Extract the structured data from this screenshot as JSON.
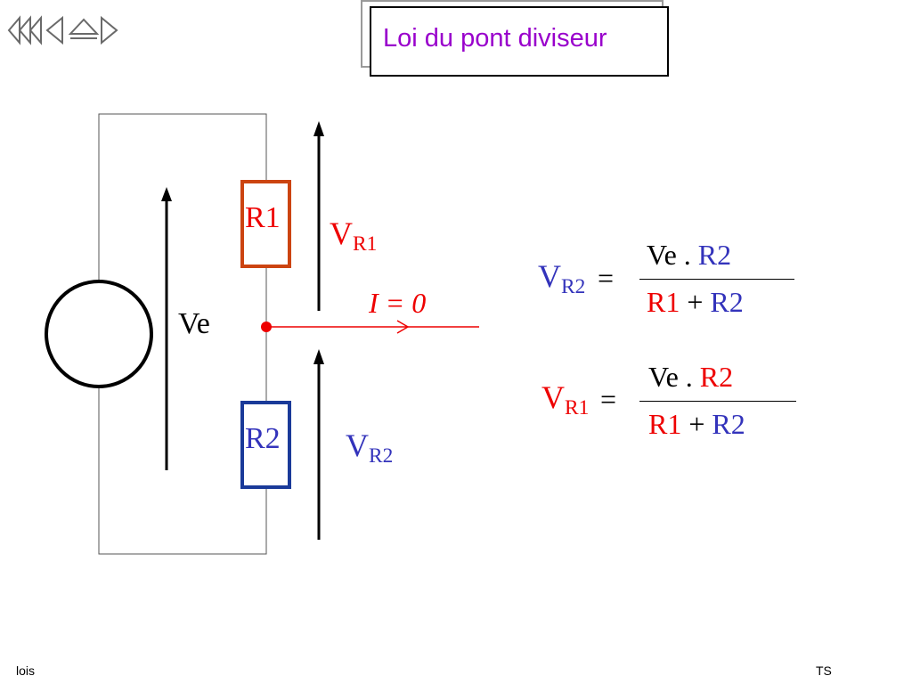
{
  "nav": {
    "buttons": [
      {
        "name": "first-slide-icon"
      },
      {
        "name": "previous-slide-icon"
      },
      {
        "name": "home-icon"
      },
      {
        "name": "next-slide-icon"
      }
    ]
  },
  "slide": {
    "title": "Loi du pont diviseur"
  },
  "circuit": {
    "source_label": "Ve",
    "r1_label": "R1",
    "r2_label": "R2",
    "vr1_main": "V",
    "vr1_sub": "R1",
    "vr2_main": "V",
    "vr2_sub": "R2",
    "current_label": "I = 0"
  },
  "formulas": {
    "vr2": {
      "lhs_main": "V",
      "lhs_sub": "R2",
      "equals": "=",
      "num_ve": "Ve .",
      "num_r": "R2",
      "den_r1": "R1",
      "den_plus": "+",
      "den_r2": "R2"
    },
    "vr1": {
      "lhs_main": "V",
      "lhs_sub": "R1",
      "equals": "=",
      "num_ve": "Ve .",
      "num_r": "R2",
      "den_r1": "R1",
      "den_plus": "+",
      "den_r2": "R2"
    }
  },
  "footer": {
    "left": "lois",
    "right": "TS"
  },
  "colors": {
    "title": "#9900cc",
    "red": "#ee0000",
    "blue": "#3333bb",
    "r1_border": "#cc4411",
    "r2_border": "#1a3a99"
  }
}
